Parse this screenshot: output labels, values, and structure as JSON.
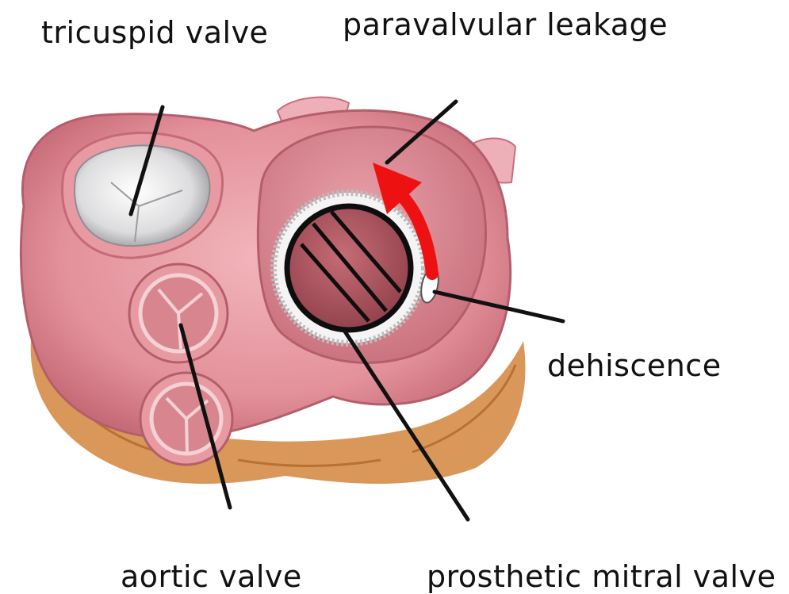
{
  "labels": {
    "tricuspid_valve": "tricuspid valve",
    "paravalvular_leakage": "paravalvular leakage",
    "dehiscence": "dehiscence",
    "aortic_valve": "aortic valve",
    "prosthetic_mitral_valve": "prosthetic mitral valve"
  },
  "colors": {
    "tissue": "#e38f98",
    "tissue_dark": "#c96e7a",
    "fat": "#d9985a",
    "valve_leaflet": "#e8e8ea",
    "arrow": "#ee1111",
    "leader_line": "#111111"
  }
}
